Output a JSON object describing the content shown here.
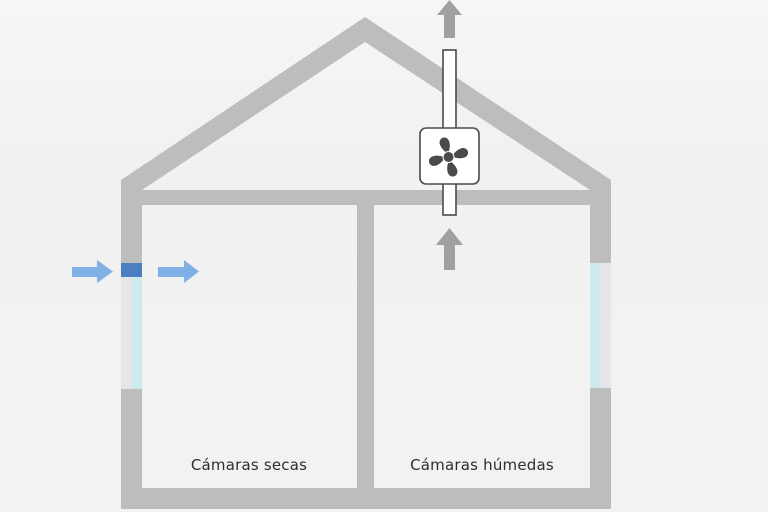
{
  "diagram": {
    "rooms": [
      {
        "label": "Cámaras secas",
        "type": "dry-room"
      },
      {
        "label": "Cámaras húmedas",
        "type": "wet-room"
      }
    ],
    "components": {
      "extract_fan": {
        "icon": "fan-icon"
      },
      "air_inlet": {
        "icon": "air-inlet-vent"
      },
      "airflow_arrows": [
        "arrow-right-in",
        "arrow-right-inside",
        "arrow-up-into-duct",
        "arrow-up-exhaust"
      ]
    },
    "colors": {
      "background": "#f2f2f2",
      "wall": "#bdbdbd",
      "inlet_vent": "#4a7fc1",
      "airflow_in": "#7fb0e6",
      "airflow_out": "#a0a0a0",
      "window_glass": "#cdeaee",
      "window_frame": "#e6e6ea",
      "fan": "#4a4a4a",
      "text": "#2e2e2e"
    }
  }
}
